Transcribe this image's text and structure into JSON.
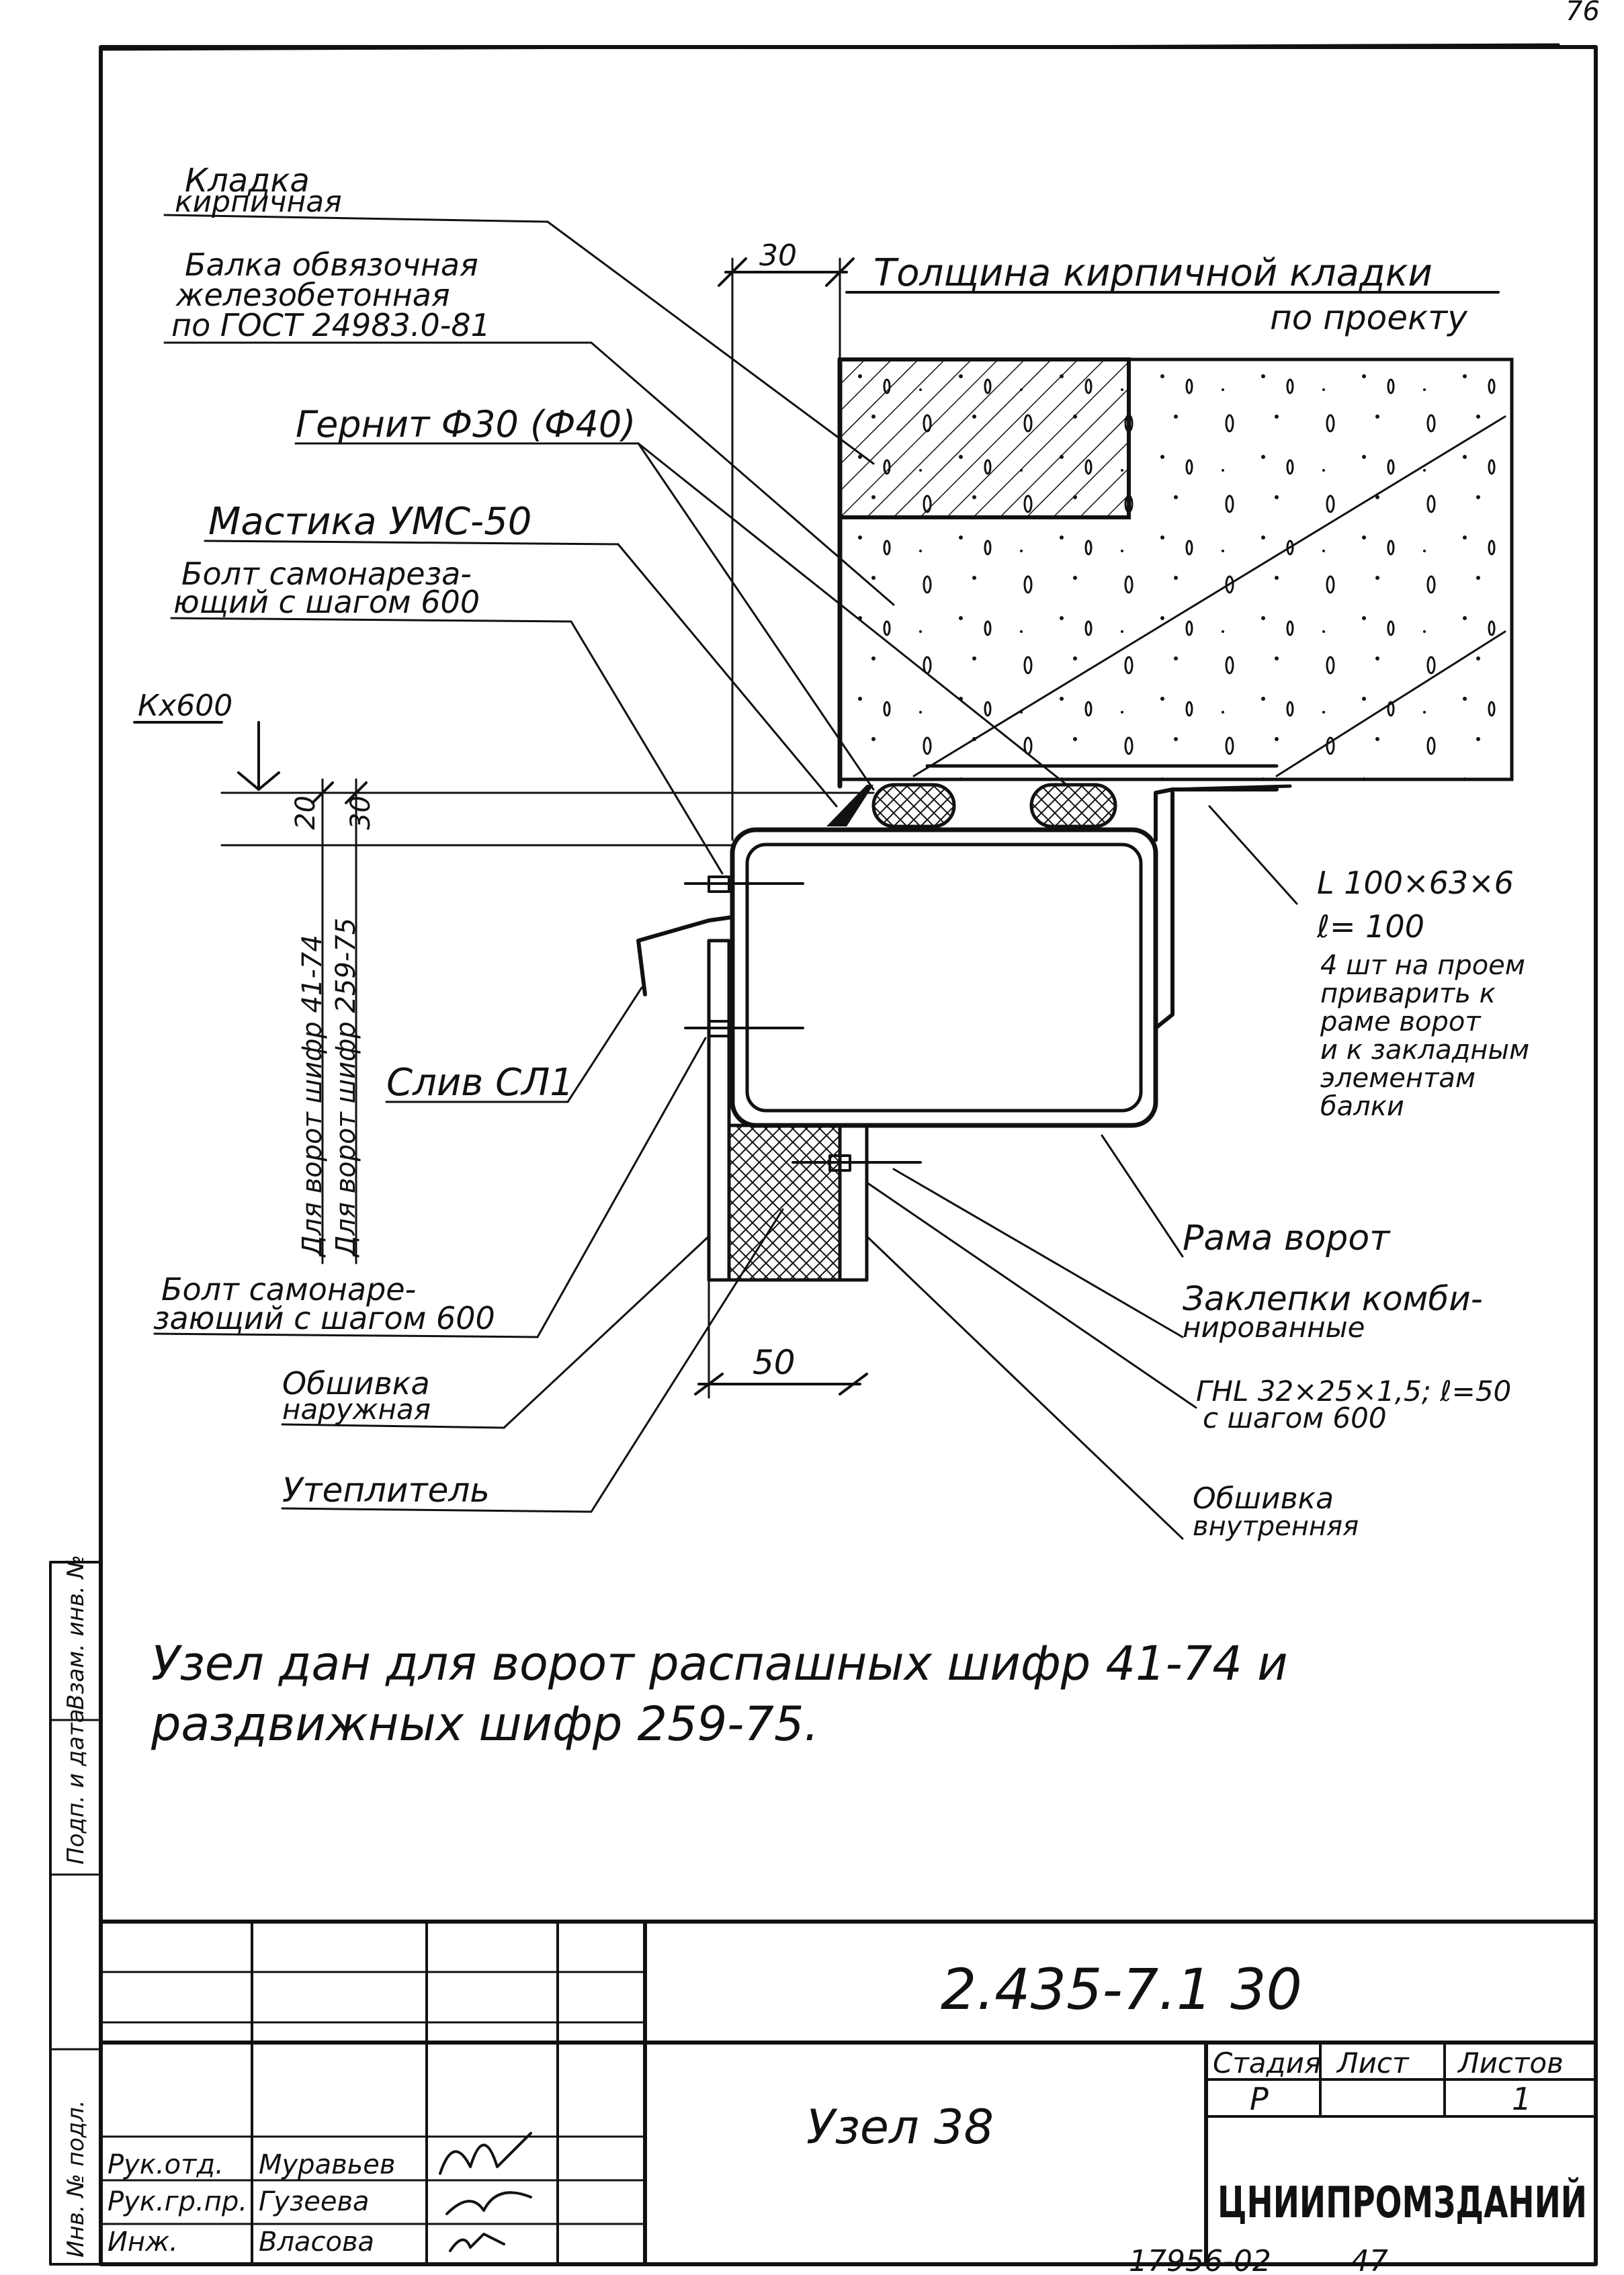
{
  "sheet": {
    "corner_mark": "76",
    "footer_number": "17956-02",
    "footer_page": "47"
  },
  "labels": {
    "kladka": [
      "Кладка",
      "кирпичная"
    ],
    "balka": [
      "Балка обвязочная",
      "железобетонная",
      "по ГОСТ 24983.0-81"
    ],
    "gernit": "Гернит Ф30 (Ф40)",
    "mastika": "Мастика УМС-50",
    "bolt_top": [
      "Болт самонарезa-",
      "ющий с шагом 600"
    ],
    "mark": "Кх600",
    "sliv": "Слив СЛ1",
    "bolt_bottom": [
      "Болт самонаре-",
      "зающий с шагом 600"
    ],
    "obshivka_nar": [
      "Обшивка",
      "наружная"
    ],
    "uteplitel": "Утеплитель",
    "thickness": [
      "Толщина кирпичной кладки",
      "по проекту"
    ],
    "angle": [
      "L 100×63×6",
      "ℓ= 100"
    ],
    "angle_note": [
      "4 шт на проем",
      "приварить к",
      "раме ворот",
      "и к закладным",
      "элементам",
      "балки"
    ],
    "rama": "Рама ворот",
    "zaklepki": [
      "Заклепки комби-",
      "нированные"
    ],
    "gnl": [
      "ГНL 32×25×1,5; ℓ=50",
      "с шагом 600"
    ],
    "obshivka_vn": [
      "Обшивка",
      "внутренняя"
    ],
    "vert_dim_1": "Для ворот шифр 41-74",
    "vert_dim_2": "Для ворот шифр 259-75"
  },
  "dimensions": {
    "top": "30",
    "bottom": "50",
    "v1": "20",
    "v2": "30"
  },
  "note": [
    "Узел дан для ворот распашных шифр 41-74 и",
    "раздвижных шифр 259-75."
  ],
  "side_stamp": [
    "Инв. № подл.",
    "Подп. и дата",
    "Взам. инв. №"
  ],
  "title_block": {
    "doc_code": "2.435-7.1 30",
    "title": "Узел 38",
    "stage_head": "Стадия",
    "sheet_head": "Лист",
    "sheets_head": "Листов",
    "stage": "Р",
    "sheet_no": "",
    "sheets_total": "1",
    "org": "ЦНИИПРОМЗДАНИЙ",
    "staff": [
      {
        "role": "Рук.отд.",
        "name": "Муравьев"
      },
      {
        "role": "Рук.гр.пр.",
        "name": "Гузеева"
      },
      {
        "role": "Инж.",
        "name": "Власова"
      }
    ]
  }
}
